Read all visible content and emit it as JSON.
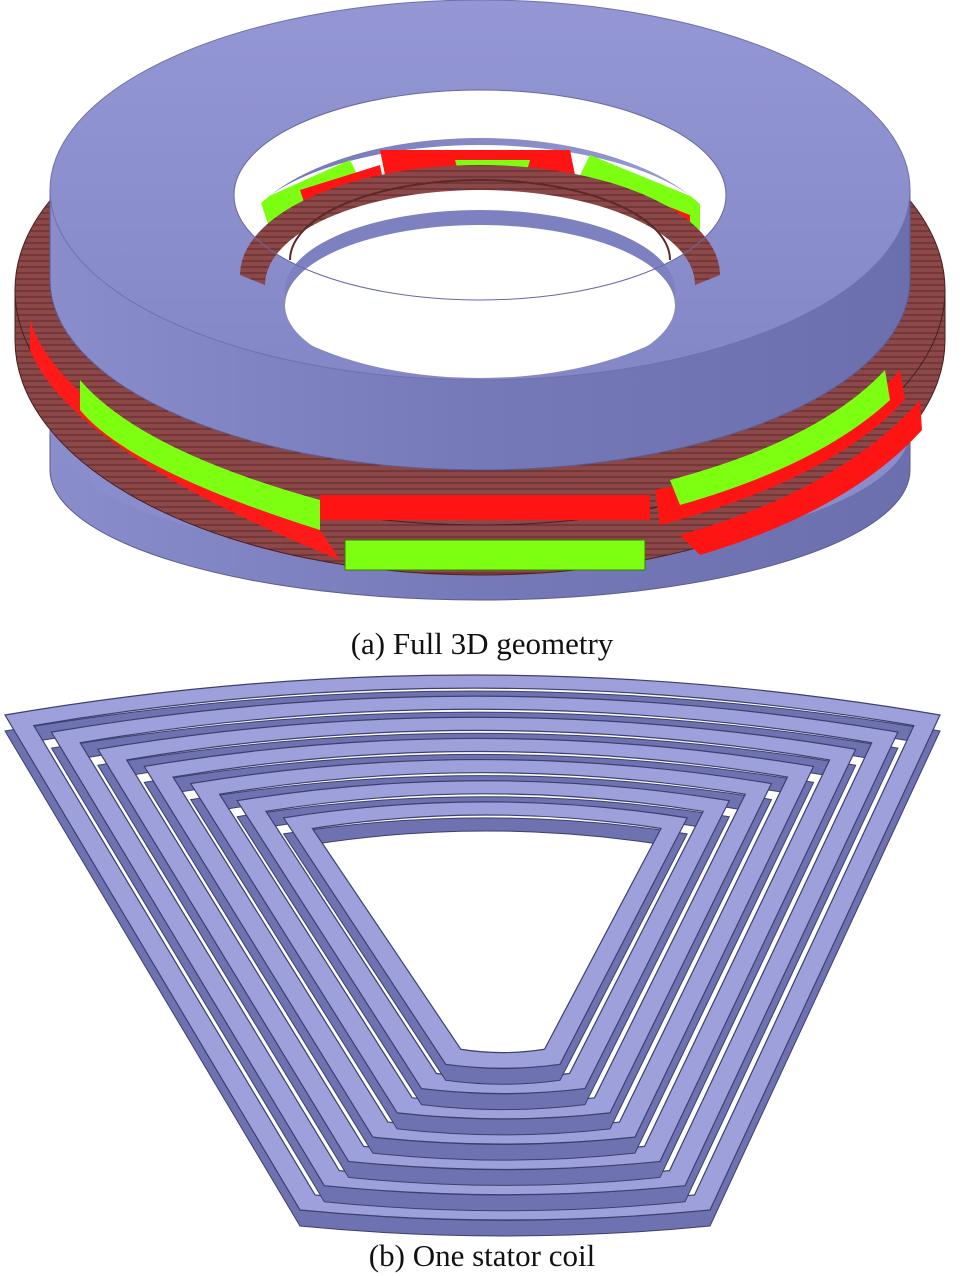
{
  "figure": {
    "panel_a": {
      "caption": "(a) Full 3D geometry",
      "parts": [
        "rotor-disk-top",
        "stator-coils",
        "magnets-red",
        "magnets-green",
        "rotor-disk-bottom"
      ]
    },
    "panel_b": {
      "caption": "(b) One stator coil",
      "turns": 7
    }
  },
  "colors": {
    "disk_top": "#8f92cf",
    "disk_side": "#7477b4",
    "disk_inner": "#6a6daa",
    "coil_copper": "#8a4646",
    "coil_dark": "#5e2a2a",
    "magnet_red": "#ff1414",
    "magnet_green": "#7dff12",
    "coil_b_face": "#9ea0dc",
    "coil_b_side": "#6f72b0",
    "coil_b_edge": "#3d3f6e"
  }
}
